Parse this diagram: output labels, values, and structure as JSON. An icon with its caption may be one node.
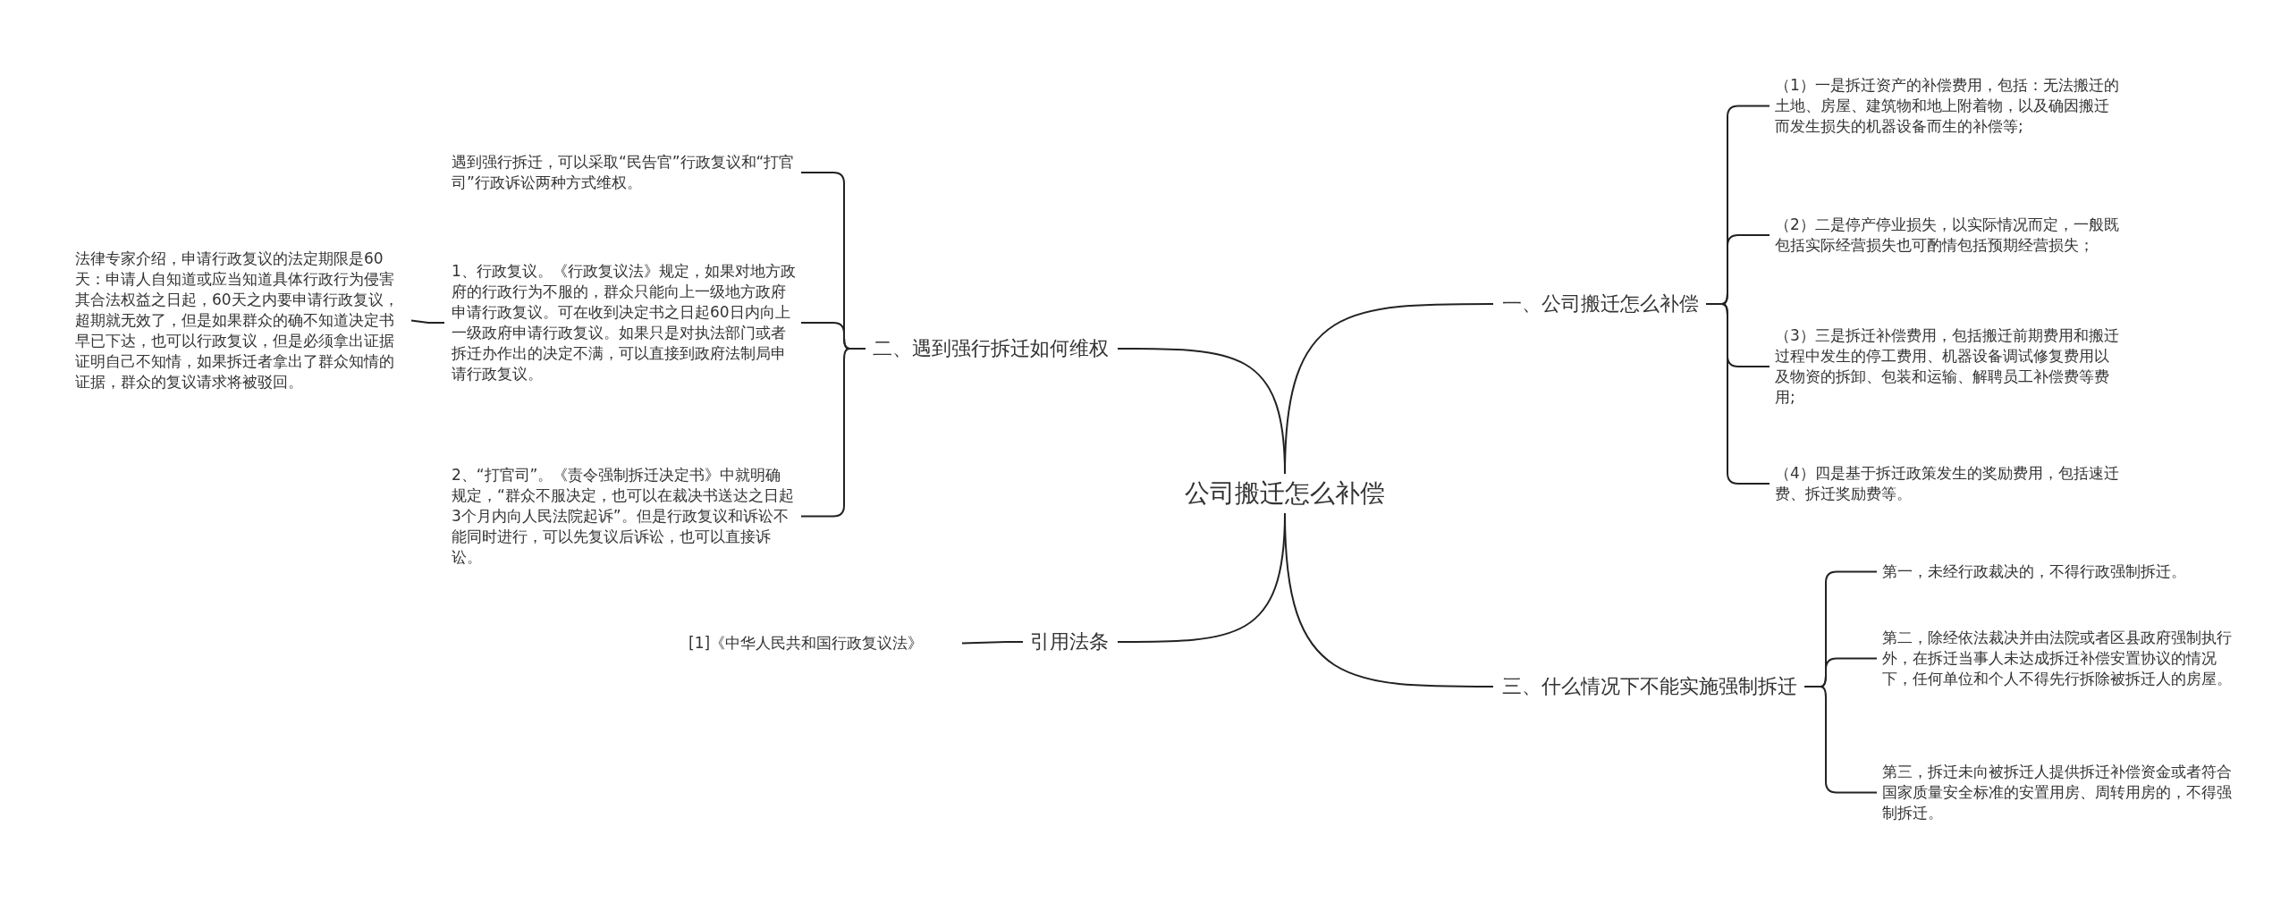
{
  "diagram": {
    "nodes": [
      {
        "text": [
          "公司搬迁怎么补偿"
        ]
      },
      {
        "text": [
          "一、公司搬迁怎么补偿"
        ]
      },
      {
        "text": [
          "（1）一是拆迁资产的补偿费用，包括：无法搬迁的土地、房屋、建筑物和地上附着物，以及确因搬迁而发生损失的机器设备而生的补偿等;"
        ]
      },
      {
        "text": [
          "（2）二是停产停业损失，以实际情况而定，一般既包括实际经营损失也可酌情包括预期经营损失；"
        ]
      },
      {
        "text": [
          "（3）三是拆迁补偿费用，包括搬迁前期费用和搬迁过程中发生的停工费用、机器设备调试修复费用以及物资的拆卸、包装和运输、解聘员工补偿费等费用;"
        ]
      },
      {
        "text": [
          "（4）四是基于拆迁政策发生的奖励费用，包括速迁费、拆迁奖励费等。"
        ]
      },
      {
        "text": [
          "二、遇到强行拆迁如何维权"
        ]
      },
      {
        "text": [
          "遇到强行拆迁，可以采取“民告官”行政复议和“打官司”行政诉讼两种方式维权。"
        ]
      },
      {
        "text": [
          "1、行政复议。《行政复议法》规定，如果对地方政府的行政行为不服的，群众只能向上一级地方政府申请行政复议。可在收到决定书之日起60日内向上一级政府申请行政复议。如果只是对执法部门或者拆迁办作出的决定不满，可以直接到政府法制局申请行政复议。"
        ]
      },
      {
        "text": [
          "2、“打官司”。《责令强制拆迁决定书》中就明确规定，“群众不服决定，也可以在裁决书送达之日起3个月内向人民法院起诉”。但是行政复议和诉讼不能同时进行，可以先复议后诉讼，也可以直接诉讼。"
        ]
      },
      {
        "text": [
          "法律专家介绍，申请行政复议的法定期限是60天：申请人自知道或应当知道具体行政行为侵害其合法权益之日起，60天之内要申请行政复议，超期就无效了，但是如果群众的确不知道决定书早已下达，也可以行政复议，但是必须拿出证据证明自己不知情，如果拆迁者拿出了群众知情的证据，群众的复议请求将被驳回。"
        ]
      },
      {
        "text": [
          "引用法条"
        ]
      },
      {
        "text": [
          "[1]《中华人民共和国行政复议法》"
        ]
      },
      {
        "text": [
          "三、什么情况下不能实施强制拆迁"
        ]
      },
      {
        "text": [
          "第一，未经行政裁决的，不得行政强制拆迁。"
        ]
      },
      {
        "text": [
          "第二，除经依法裁决并由法院或者区县政府强制执行外，在拆迁当事人未达成拆迁补偿安置协议的情况下，任何单位和个人不得先行拆除被拆迁人的房屋。"
        ]
      },
      {
        "text": [
          "第三，拆迁未向被拆迁人提供拆迁补偿资金或者符合国家质量安全标准的安置用房、周转用房的，不得强制拆迁。"
        ]
      }
    ],
    "edges": [
      {
        "from": 0,
        "to": 1,
        "arrow": "none"
      },
      {
        "from": 1,
        "to": 2,
        "arrow": "none"
      },
      {
        "from": 1,
        "to": 3,
        "arrow": "none"
      },
      {
        "from": 1,
        "to": 4,
        "arrow": "none"
      },
      {
        "from": 1,
        "to": 5,
        "arrow": "none"
      },
      {
        "from": 0,
        "to": 6,
        "arrow": "none"
      },
      {
        "from": 6,
        "to": 7,
        "arrow": "none"
      },
      {
        "from": 6,
        "to": 8,
        "arrow": "none"
      },
      {
        "from": 6,
        "to": 9,
        "arrow": "none"
      },
      {
        "from": 8,
        "to": 10,
        "arrow": "none"
      },
      {
        "from": 0,
        "to": 11,
        "arrow": "none"
      },
      {
        "from": 11,
        "to": 12,
        "arrow": "none"
      },
      {
        "from": 0,
        "to": 13,
        "arrow": "none"
      },
      {
        "from": 13,
        "to": 14,
        "arrow": "none"
      },
      {
        "from": 13,
        "to": 15,
        "arrow": "none"
      },
      {
        "from": 13,
        "to": 16,
        "arrow": "none"
      }
    ]
  }
}
